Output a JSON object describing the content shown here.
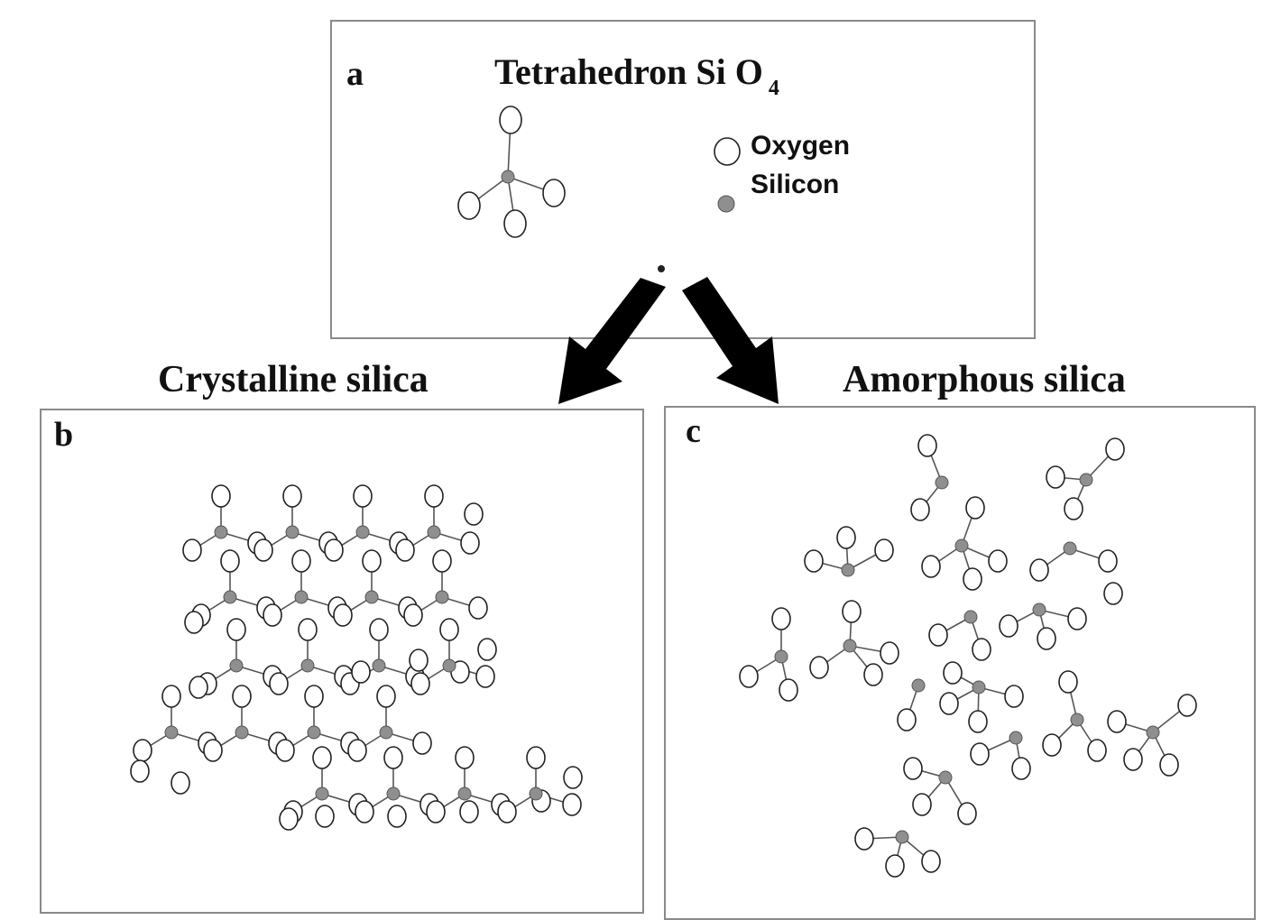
{
  "panel_a": {
    "letter": "a",
    "title": "Tetrahedron Si O",
    "title_subscript": "4",
    "legend": [
      {
        "label": "Oxygen",
        "marker": "hollow-circle"
      },
      {
        "label": "Silicon",
        "marker": "filled-gray-circle"
      }
    ]
  },
  "panel_b": {
    "letter": "b",
    "heading": "Crystalline silica"
  },
  "panel_c": {
    "letter": "c",
    "heading": "Amorphous silica"
  },
  "colors": {
    "border": "#8a8a8a",
    "silicon": "#8f8f8f",
    "oxygen_fill": "#ffffff",
    "bond": "#555555",
    "arrow": "#000000"
  }
}
